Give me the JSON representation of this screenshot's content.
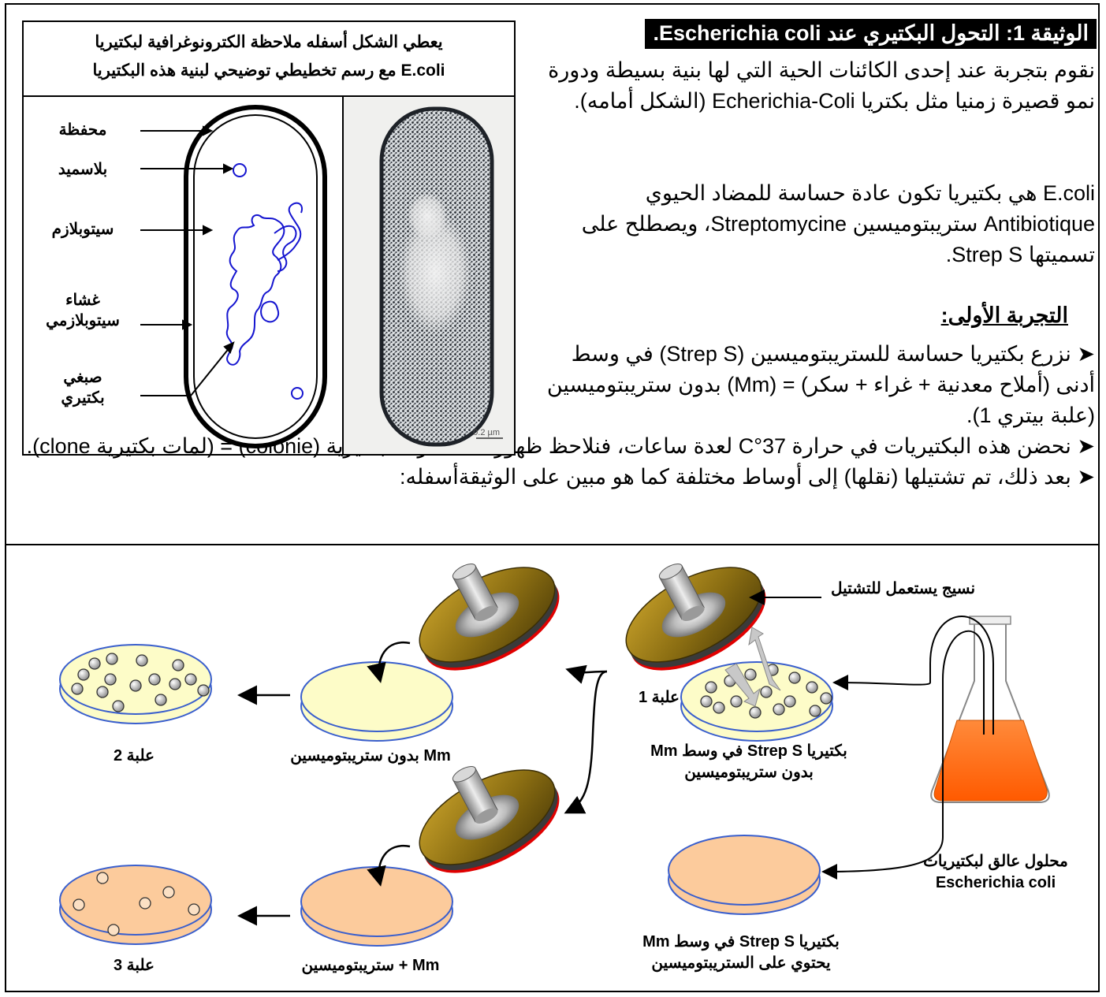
{
  "doc": {
    "title": "الوثيقة 1: التحول البكتيري عند Escherichia coli.",
    "intro": [
      "نقوم بتجربة عند إحدى الكائنات الحية التي لها بنية بسيطة ودورة نمو قصيرة زمنيا مثل بكتريا Echerichia-Coli (الشكل أمامه).",
      "E.coli هي بكتيريا تكون عادة حساسة للمضاد الحيوي Antibiotique ستريبتوميسين Streptomycine، ويصطلح على تسميتها Strep S."
    ],
    "experiment_heading": "التجربة الأولى:",
    "bullets": [
      "نزرع بكتيريا حساسة للستريبتوميسين (Strep S) في وسط أدنى (أملاح معدنية + غراء + سكر) = (Mm) بدون ستريبتوميسين (علبة بيتري 1).",
      "نحضن هذه البكتيريات في حرارة 37°C لعدة ساعات، فنلاحظ ظهور مستعمرات بكتيرية (colonie) = (لمات بكتيرية clone).",
      "بعد ذلك، تم تشتيلها (نقلها) إلى أوساط مختلفة كما هو مبين على الوثيقةأسفله:"
    ],
    "bullet_mark": "➤"
  },
  "figure": {
    "caption_line1": "يعطي الشكل أسفله ملاحظة الكترونوغرافية لبكتيريا",
    "caption_line2": "E.coli مع رسم تخطيطي توضيحي لبنية هذه البكتيريا",
    "labels": {
      "capsule": "محفظة",
      "plasmid": "بلاسميد",
      "cytoplasm": "سيتوبلازم",
      "membrane_1": "غشاء",
      "membrane_2": "سيتوبلازمي",
      "chromosome_1": "صبغي",
      "chromosome_2": "بكتيري"
    },
    "scale_bar": "0.2 µm"
  },
  "experiment": {
    "velvet_label": "نسيج يستعمل للتشتيل",
    "box1_label": "علبة 1",
    "box2_label": "علبة 2",
    "box3_label": "علبة 3",
    "source_plate_1a": "بكتيريا Strep S في وسط Mm",
    "source_plate_1b": "بدون ستريبتوميسين",
    "source_plate_2a": "بكتيريا Strep S في وسط Mm",
    "source_plate_2b": "يحتوي على الستريبتوميسين",
    "plate_mm_without": "Mm بدون ستريبتوميسين",
    "plate_mm_with": "Mm + ستريبتوميسين",
    "flask_label_1": "محلول عالق لبكتيريات",
    "flask_label_2": "Escherichia coli",
    "colors": {
      "plate_yellow": "#fdfcc8",
      "plate_peach": "#fccb9c",
      "plate_rim": "#3a5fcd",
      "velvet_brown": "#8a6d12",
      "velvet_red": "#e00000",
      "flask_orange": "#ff6600"
    }
  }
}
